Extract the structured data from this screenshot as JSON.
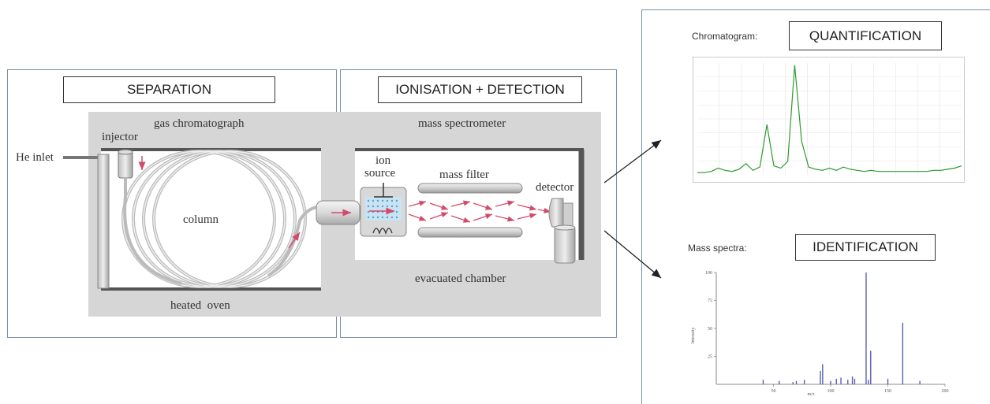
{
  "separation": {
    "title": "SEPARATION",
    "gc_label": "gas chromatograph",
    "injector_label": "injector",
    "he_inlet_label": "He inlet",
    "column_label": "column",
    "oven_label": "heated  oven"
  },
  "ionisation": {
    "title": "IONISATION + DETECTION",
    "ms_label": "mass spectrometer",
    "ion_source_label_1": "ion",
    "ion_source_label_2": "source",
    "mass_filter_label": "mass filter",
    "detector_label": "detector",
    "chamber_label": "evacuated chamber"
  },
  "results": {
    "chromatogram_caption": "Chromatogram:",
    "quantification_title": "QUANTIFICATION",
    "mass_spectra_caption": "Mass spectra:",
    "identification_title": "IDENTIFICATION",
    "spectrum_ylabel": "Intensity",
    "spectrum_xlabel": "m/z"
  },
  "colors": {
    "frame": "#7d8ea8",
    "panel_gray": "#d6d6d6",
    "chromatogram_trace": "#2e9a2e",
    "spectrum_bars": "#5a5fb0",
    "ion_arrows": "#d24a6a"
  },
  "chart_data": [
    {
      "type": "line",
      "title": "",
      "series": [
        {
          "values": [
            0.02,
            0.02,
            0.03,
            0.06,
            0.04,
            0.03,
            0.05,
            0.1,
            0.04,
            0.07,
            0.45,
            0.08,
            0.06,
            0.12,
            0.98,
            0.3,
            0.07,
            0.05,
            0.04,
            0.06,
            0.04,
            0.07,
            0.05,
            0.04,
            0.03,
            0.04,
            0.03,
            0.03,
            0.03,
            0.03,
            0.03,
            0.03,
            0.03,
            0.03,
            0.04,
            0.04,
            0.05,
            0.06,
            0.08
          ]
        }
      ],
      "grid": true
    },
    {
      "type": "bar",
      "xlabel": "m/z",
      "ylabel": "Intensity",
      "x": [
        41,
        55,
        67,
        70,
        77,
        91,
        93,
        100,
        105,
        109,
        115,
        119,
        121,
        131,
        133,
        135,
        150,
        163,
        178
      ],
      "values": [
        4,
        3,
        2,
        3,
        4,
        12,
        18,
        3,
        5,
        6,
        4,
        7,
        5,
        100,
        4,
        30,
        5,
        55,
        3
      ],
      "xlim": [
        0,
        200
      ],
      "ylim": [
        0,
        100
      ],
      "ticks_x": [
        "50",
        "100",
        "150",
        "200"
      ],
      "ticks_y": [
        "25",
        "50",
        "75",
        "100"
      ],
      "grid": false
    }
  ]
}
